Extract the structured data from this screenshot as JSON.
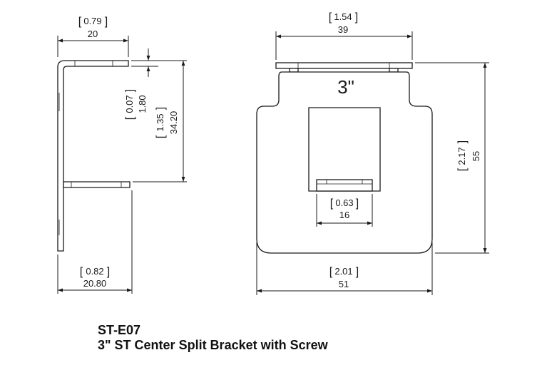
{
  "title": {
    "code": "ST-E07",
    "description": "3\" ST Center Split Bracket with Screw"
  },
  "side_view": {
    "top_width": {
      "inch": "0.79",
      "mm": "20"
    },
    "thickness": {
      "inch": "0.07",
      "mm": "1.80"
    },
    "height": {
      "inch": "1.35",
      "mm": "34.20"
    },
    "bottom_width": {
      "inch": "0.82",
      "mm": "20.80"
    }
  },
  "front_view": {
    "size_label": "3\"",
    "top_width": {
      "inch": "1.54",
      "mm": "39"
    },
    "height": {
      "inch": "2.17",
      "mm": "55"
    },
    "tab_width": {
      "inch": "0.63",
      "mm": "16"
    },
    "width": {
      "inch": "2.01",
      "mm": "51"
    }
  },
  "colors": {
    "ink": "#1a1a1a",
    "background": "#ffffff"
  }
}
